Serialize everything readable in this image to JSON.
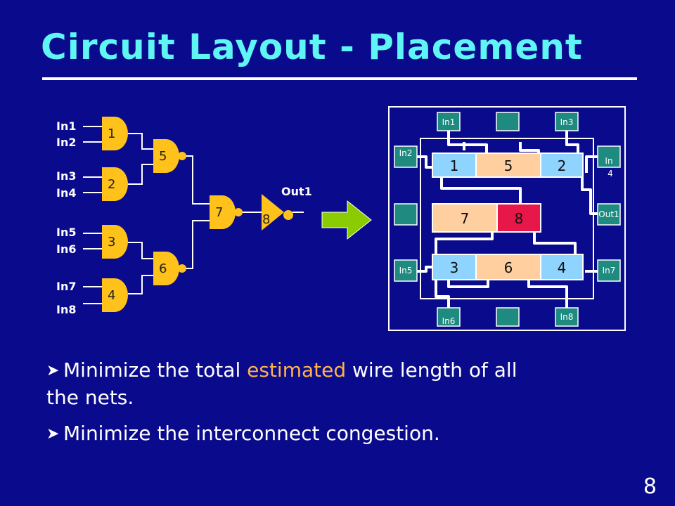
{
  "slide": {
    "title": "Circuit Layout - Placement",
    "page_number": "8"
  },
  "schematic": {
    "inputs": [
      "In1",
      "In2",
      "In3",
      "In4",
      "In5",
      "In6",
      "In7",
      "In8"
    ],
    "gates": [
      "1",
      "2",
      "3",
      "4",
      "5",
      "6",
      "7",
      "8"
    ],
    "output": "Out1"
  },
  "layout": {
    "pins": {
      "in1": "In1",
      "in3": "In3",
      "in2": "In2",
      "in4_top": "In",
      "in4_bot": "4",
      "out1": "Out1",
      "in5": "In5",
      "in7": "In7",
      "in6": "In6",
      "in8": "In8"
    },
    "rows": [
      {
        "cells": [
          "1",
          "5",
          "2"
        ]
      },
      {
        "cells": [
          "7",
          "8"
        ]
      },
      {
        "cells": [
          "3",
          "6",
          "4"
        ]
      }
    ]
  },
  "colors": {
    "background": "#0a0a8c",
    "title": "#5ff5f5",
    "gate": "#ffc21a",
    "cell_blue": "#8fd3ff",
    "cell_peach": "#ffcfa0",
    "cell_red": "#e8174a",
    "pad": "#1f8a80",
    "arrow": "#8acc00",
    "highlight": "#ffb347"
  },
  "bullets": [
    {
      "before": "Minimize the total ",
      "highlight": "estimated",
      "after": " wire length of all",
      "line2": "the nets."
    },
    {
      "text": "Minimize the interconnect congestion."
    }
  ]
}
